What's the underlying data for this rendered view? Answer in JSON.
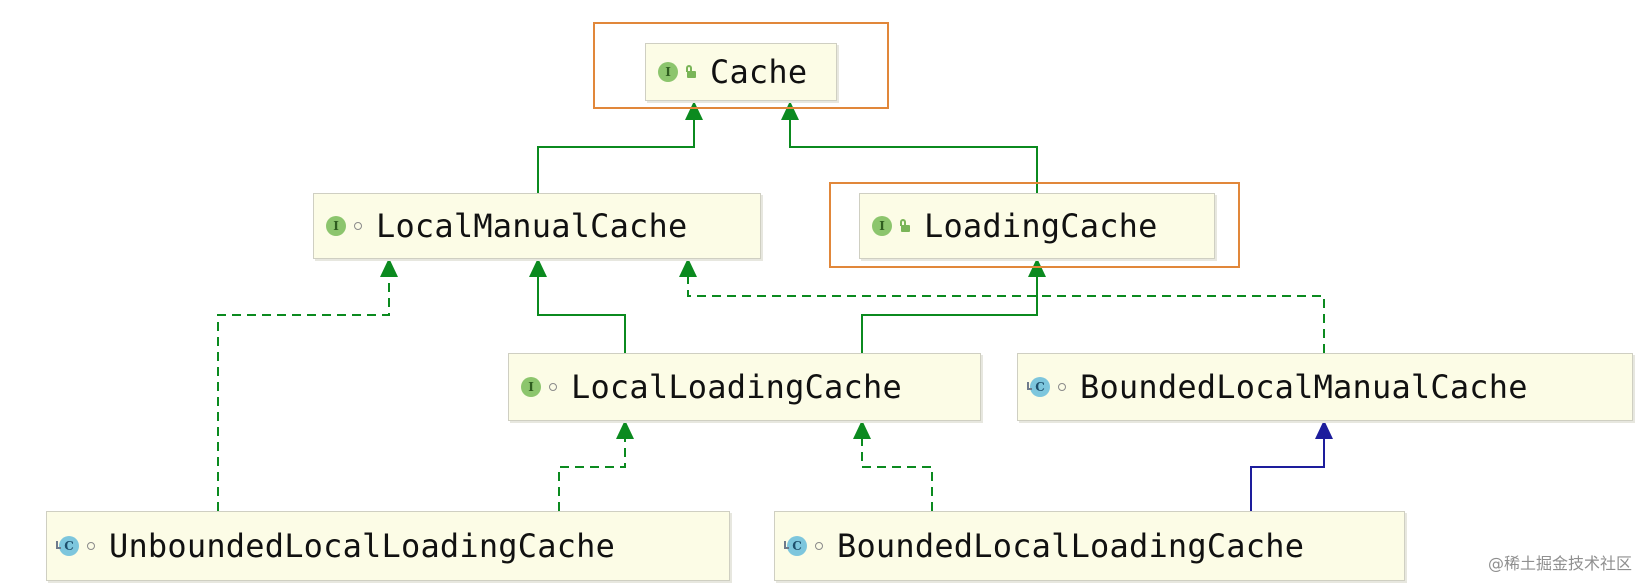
{
  "diagram": {
    "nodes": [
      {
        "id": "cache",
        "label": "Cache",
        "kind": "interface",
        "modifier": "public",
        "highlighted": true
      },
      {
        "id": "local-manual-cache",
        "label": "LocalManualCache",
        "kind": "interface",
        "modifier": "package",
        "highlighted": false
      },
      {
        "id": "loading-cache",
        "label": "LoadingCache",
        "kind": "interface",
        "modifier": "public",
        "highlighted": true
      },
      {
        "id": "local-loading-cache",
        "label": "LocalLoadingCache",
        "kind": "interface",
        "modifier": "package",
        "highlighted": false
      },
      {
        "id": "bounded-local-manual-cache",
        "label": "BoundedLocalManualCache",
        "kind": "class",
        "modifier": "package",
        "highlighted": false
      },
      {
        "id": "unbounded-local-loading-cache",
        "label": "UnboundedLocalLoadingCache",
        "kind": "class",
        "modifier": "package",
        "highlighted": false
      },
      {
        "id": "bounded-local-loading-cache",
        "label": "BoundedLocalLoadingCache",
        "kind": "class",
        "modifier": "package",
        "highlighted": false
      }
    ],
    "edges": [
      {
        "from": "local-manual-cache",
        "to": "cache",
        "type": "extends-interface"
      },
      {
        "from": "loading-cache",
        "to": "cache",
        "type": "extends-interface"
      },
      {
        "from": "local-loading-cache",
        "to": "local-manual-cache",
        "type": "extends-interface"
      },
      {
        "from": "local-loading-cache",
        "to": "loading-cache",
        "type": "extends-interface"
      },
      {
        "from": "unbounded-local-loading-cache",
        "to": "local-manual-cache",
        "type": "implements"
      },
      {
        "from": "unbounded-local-loading-cache",
        "to": "local-loading-cache",
        "type": "implements"
      },
      {
        "from": "bounded-local-manual-cache",
        "to": "local-manual-cache",
        "type": "implements"
      },
      {
        "from": "bounded-local-loading-cache",
        "to": "local-loading-cache",
        "type": "implements"
      },
      {
        "from": "bounded-local-loading-cache",
        "to": "bounded-local-manual-cache",
        "type": "extends-class"
      }
    ],
    "icons": {
      "interface": "interface-icon",
      "class": "class-icon",
      "public": "lock-icon",
      "package": "package-private-icon"
    },
    "colors": {
      "interface_edge": "#0b8a1f",
      "class_edge": "#1d1d9c",
      "highlight": "#e1873a",
      "node_fill": "#fcfce6"
    }
  },
  "badges": {
    "interface": "I",
    "class": "C"
  },
  "watermark": "@稀土掘金技术社区"
}
